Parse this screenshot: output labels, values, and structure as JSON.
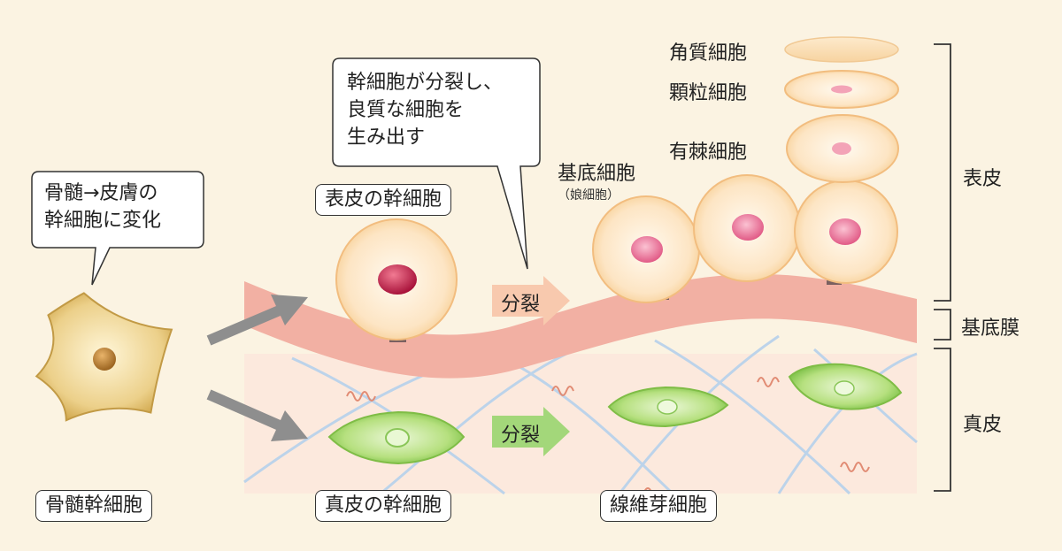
{
  "bubbles": {
    "bone_marrow_change": "骨髄→皮膚の\n幹細胞に変化",
    "stem_cell_division": "幹細胞が分裂し、\n良質な細胞を\n生み出す"
  },
  "tags": {
    "bone_marrow_stem": "骨髄幹細胞",
    "epidermal_stem": "表皮の幹細胞",
    "dermal_stem": "真皮の幹細胞",
    "fibroblast": "線維芽細胞"
  },
  "cell_layers": {
    "corneocyte": "角質細胞",
    "granular": "顆粒細胞",
    "spinous": "有棘細胞",
    "basal": "基底細胞",
    "basal_sub": "（娘細胞）"
  },
  "division_labels": {
    "epidermis": "分裂",
    "dermis": "分裂"
  },
  "layers": {
    "epidermis": "表皮",
    "basement_membrane": "基底膜",
    "dermis": "真皮"
  },
  "colors": {
    "background": "#fbf3e2",
    "dermis": "#fcebe0",
    "membrane": "#f2b3a6",
    "epidermal_cell": "#fce3c1",
    "nucleus_red": "#c2294a",
    "nucleus_pink": "#ea7ea1",
    "green_cell": "#a5d96e",
    "gold_cell": "#e6c56f",
    "gray_arrow": "#8e8e8e",
    "anchor": "#7a6060"
  }
}
